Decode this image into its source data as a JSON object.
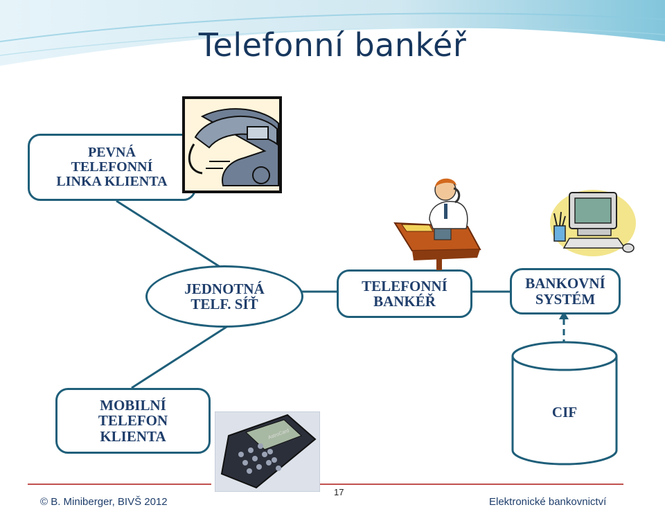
{
  "title": "Telefonní bankéř",
  "nodes": {
    "fixed_line": "PEVNÁ\nTELEFONNÍ\nLINKA KLIENTA",
    "network": "JEDNOTNÁ\nTELF. SÍŤ",
    "banker": "TELEFONNÍ\nBANKÉŘ",
    "bank_system": "BANKOVNÍ\nSYSTÉM",
    "mobile": "MOBILNÍ\nTELEFON\nKLIENTA",
    "cif": "CIF"
  },
  "footer": {
    "left": "© B. Miniberger, BIVŠ  2012",
    "page": "17",
    "right": "Elektronické bankovnictví"
  },
  "calculator_brand": "AstroCard",
  "colors": {
    "title": "#17375e",
    "node_border": "#1f5f7a",
    "node_text": "#1f3e6b",
    "connector": "#1f5f7a",
    "footer_line": "#c0504d"
  },
  "icons": [
    "telephone-clipart",
    "banker-clipart",
    "computer-clipart",
    "calculator-image",
    "database-cylinder"
  ]
}
